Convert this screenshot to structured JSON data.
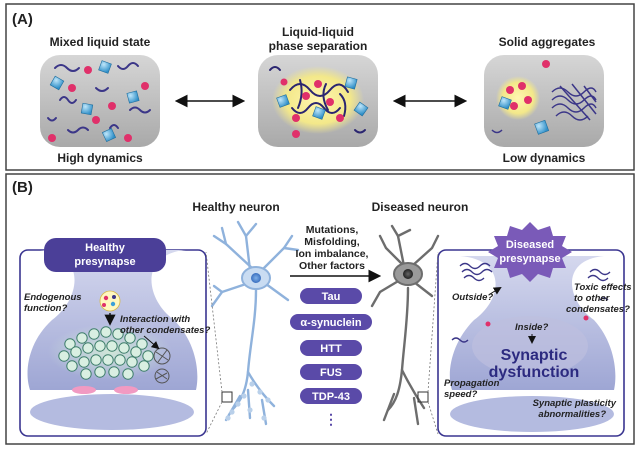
{
  "panel_a": {
    "label": "(A)",
    "states": [
      {
        "title": "Mixed liquid state",
        "caption": "High dynamics"
      },
      {
        "title_line1": "Liquid-liquid",
        "title_line2": "phase separation"
      },
      {
        "title": "Solid aggregates",
        "caption": "Low dynamics"
      }
    ]
  },
  "panel_b": {
    "label": "(B)",
    "healthy_neuron": "Healthy neuron",
    "diseased_neuron": "Diseased neuron",
    "healthy_presynapse": {
      "line1": "Healthy",
      "line2": "presynapse"
    },
    "diseased_presynapse": {
      "line1": "Diseased",
      "line2": "presynapse"
    },
    "factors": [
      "Mutations,",
      "Misfolding,",
      "Ion imbalance,",
      "Other factors"
    ],
    "proteins": [
      "Tau",
      "α-synuclein",
      "HTT",
      "FUS",
      "TDP-43"
    ],
    "ellipsis": "⋮",
    "healthy_questions": {
      "endogenous": [
        "Endogenous",
        "function?"
      ],
      "interaction": [
        "Interaction with",
        "other condensates?"
      ]
    },
    "diseased_questions": {
      "outside": "Outside?",
      "inside": "Inside?",
      "toxic": [
        "Toxic effects",
        "to other",
        "condensates?"
      ],
      "propagation": [
        "Propagation",
        "speed?"
      ],
      "plasticity": [
        "Synaptic plasticity",
        "abnormalities?"
      ]
    },
    "dysfunction": [
      "Synaptic",
      "dysfunction"
    ]
  },
  "colors": {
    "protein_pill": "#5a4aa8",
    "presynapse_header": "#4b3f98",
    "diseased_header": "#7a5ab8",
    "droplet_glow": "#f3e88a",
    "pink": "#e0306a",
    "cube": "#3aa0d8"
  }
}
